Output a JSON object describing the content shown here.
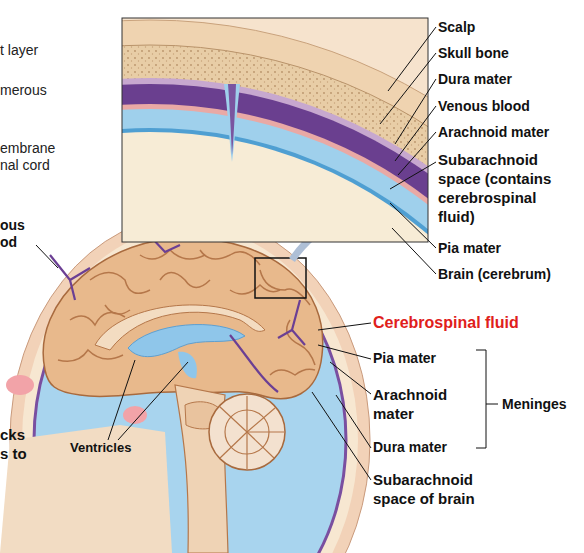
{
  "diagram": {
    "labels": [
      "t layer",
      "merous",
      "embrane nal cord",
      "Scalp",
      "Skull bone",
      "Dura mater",
      "Venous blood",
      "Arachnoid mater",
      "Subarachnoid space (contains cerebrospinal fluid)",
      "ous od",
      "Pia mater",
      "Brain (cerebrum)",
      "Cerebrospinal fluid",
      "Pia mater",
      "Arachnoid mater",
      "Meninges",
      "cks s to",
      "Ventricles",
      "Dura mater",
      "Subarachnoid space of brain"
    ]
  }
}
